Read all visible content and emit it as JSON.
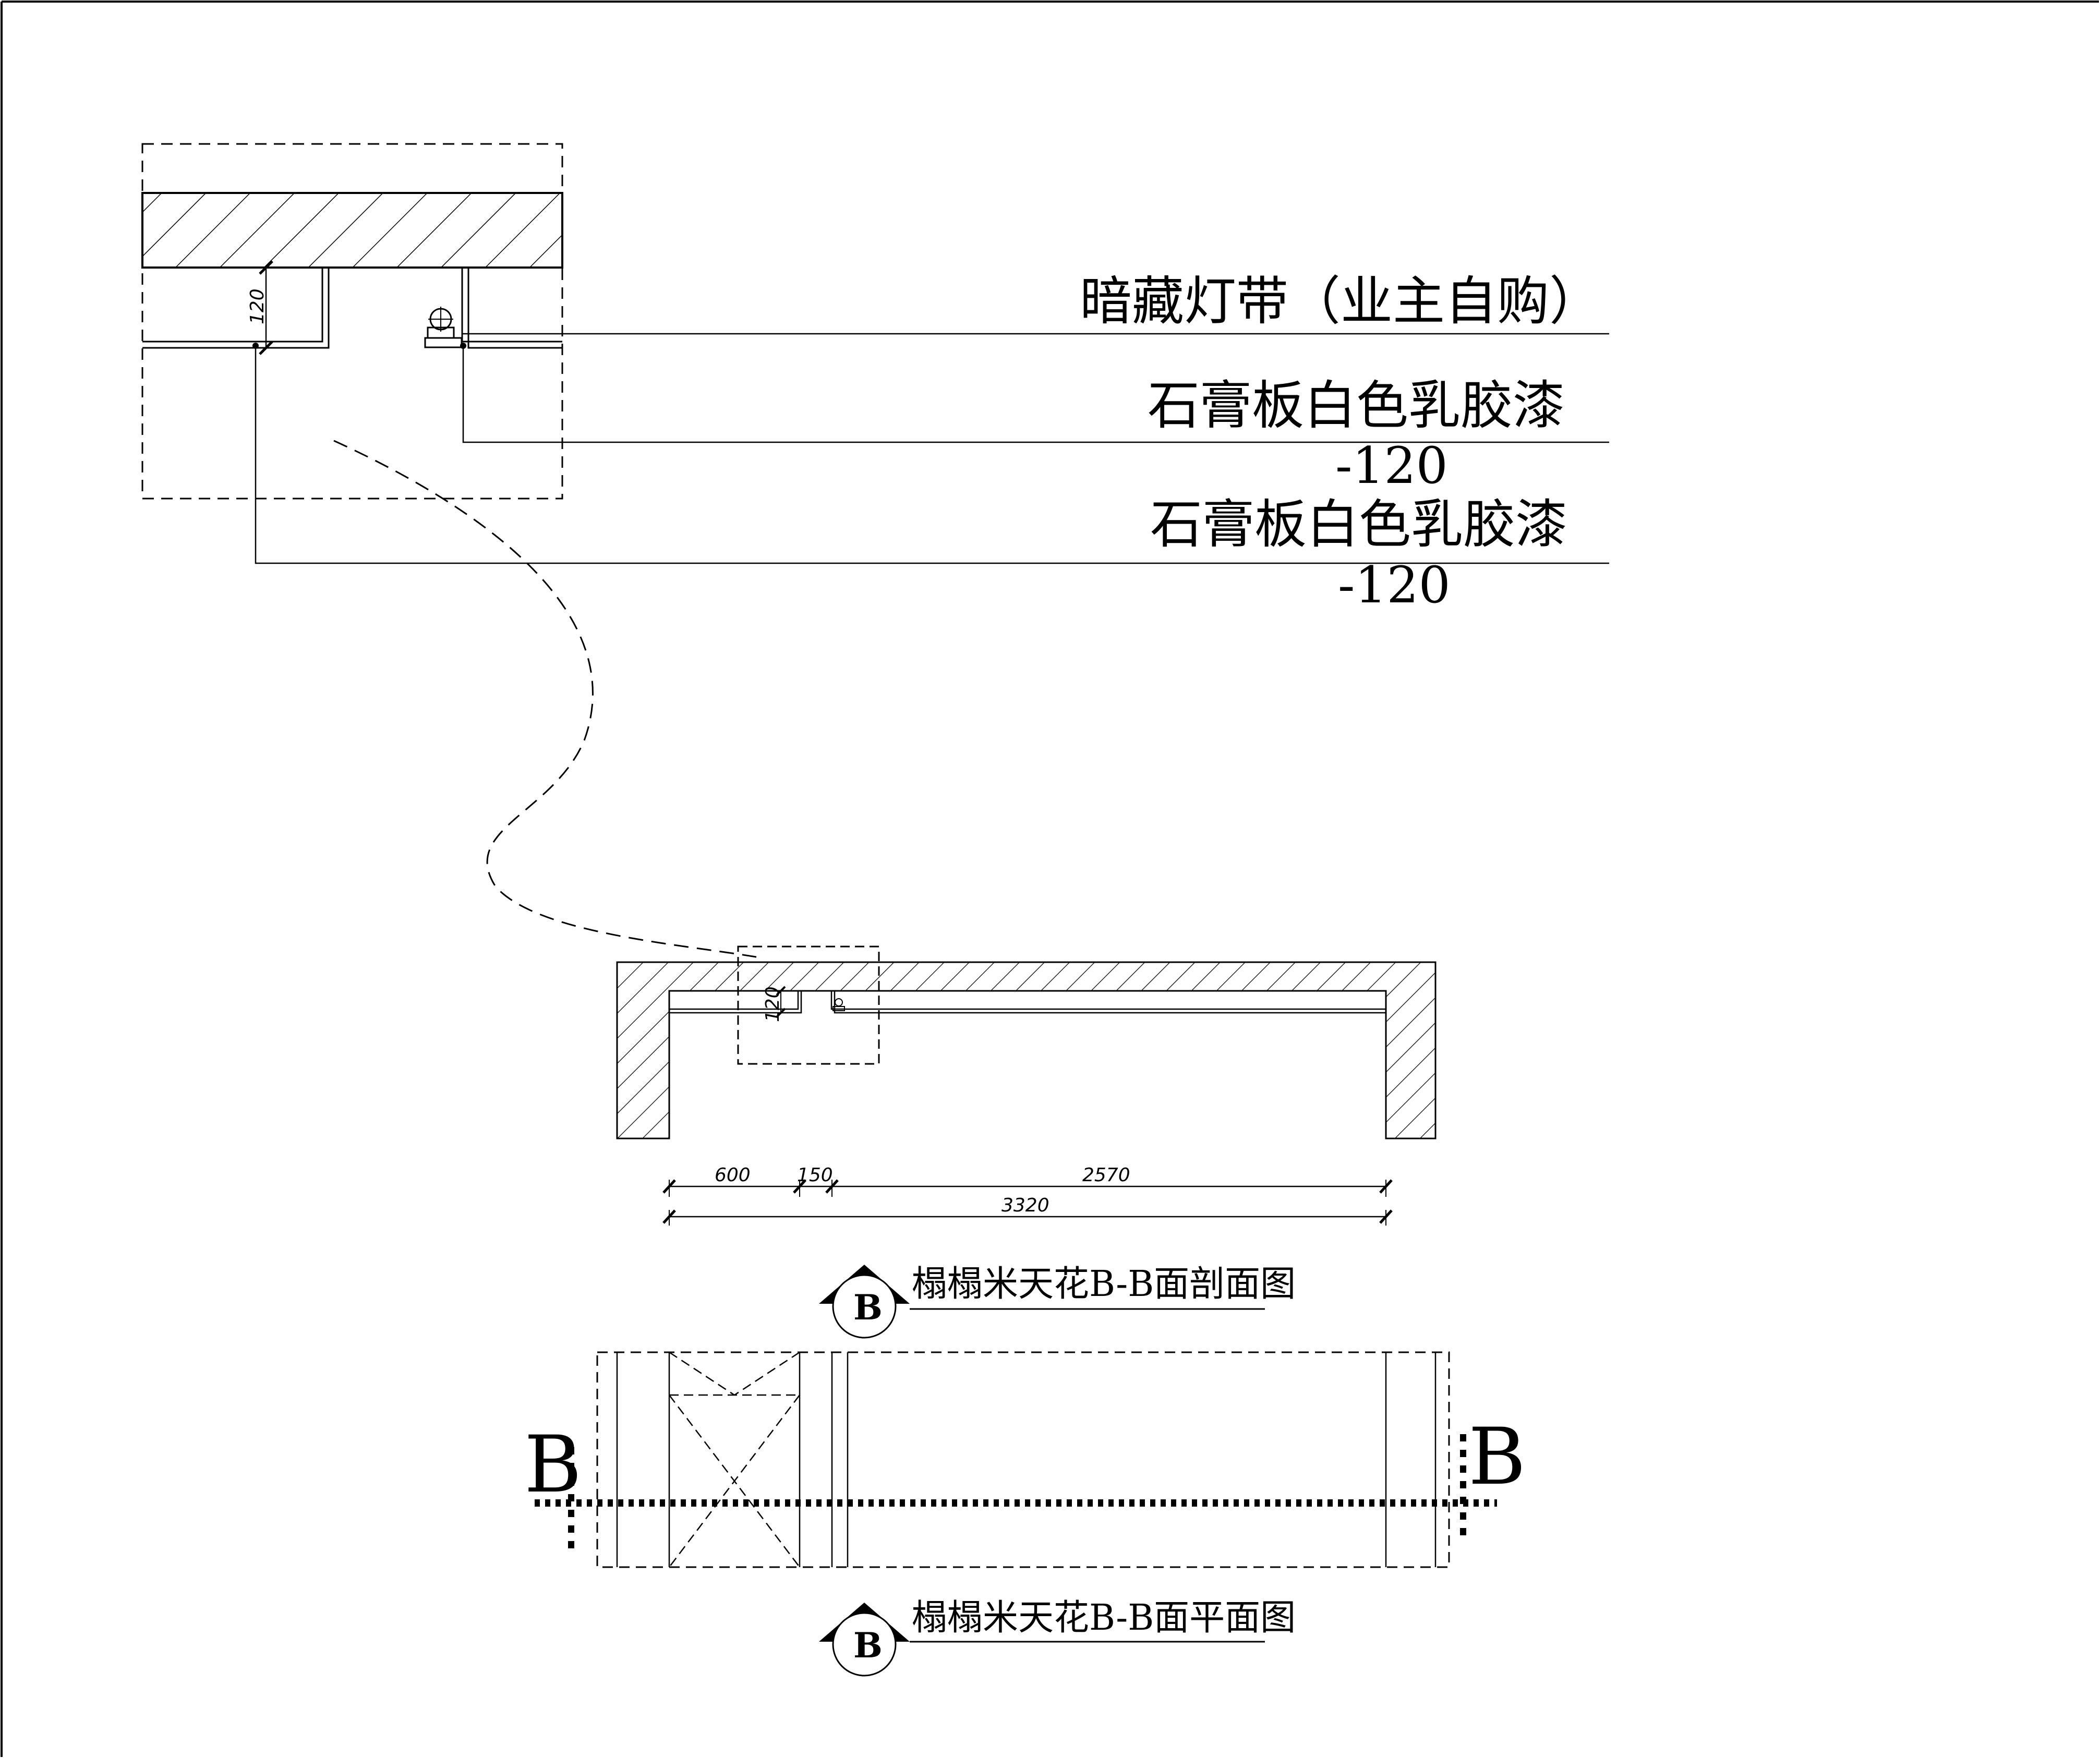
{
  "detail_callouts": {
    "light_strip": "暗藏灯带（业主自购）",
    "gypsum_board_1": "石膏板白色乳胶漆",
    "elevation_1": "-120",
    "gypsum_board_2": "石膏板白色乳胶漆",
    "elevation_2": "-120"
  },
  "detail_dim": "120",
  "section_dims": {
    "drop_height": "120",
    "seg1": "600",
    "seg2": "150",
    "seg3": "2570",
    "total": "3320"
  },
  "section_title": {
    "marker": "B",
    "text": "榻榻米天花B-B面剖面图"
  },
  "plan_title": {
    "marker": "B",
    "text": "榻榻米天花B-B面平面图"
  },
  "section_cut_labels": {
    "left": "B",
    "right": "B"
  }
}
